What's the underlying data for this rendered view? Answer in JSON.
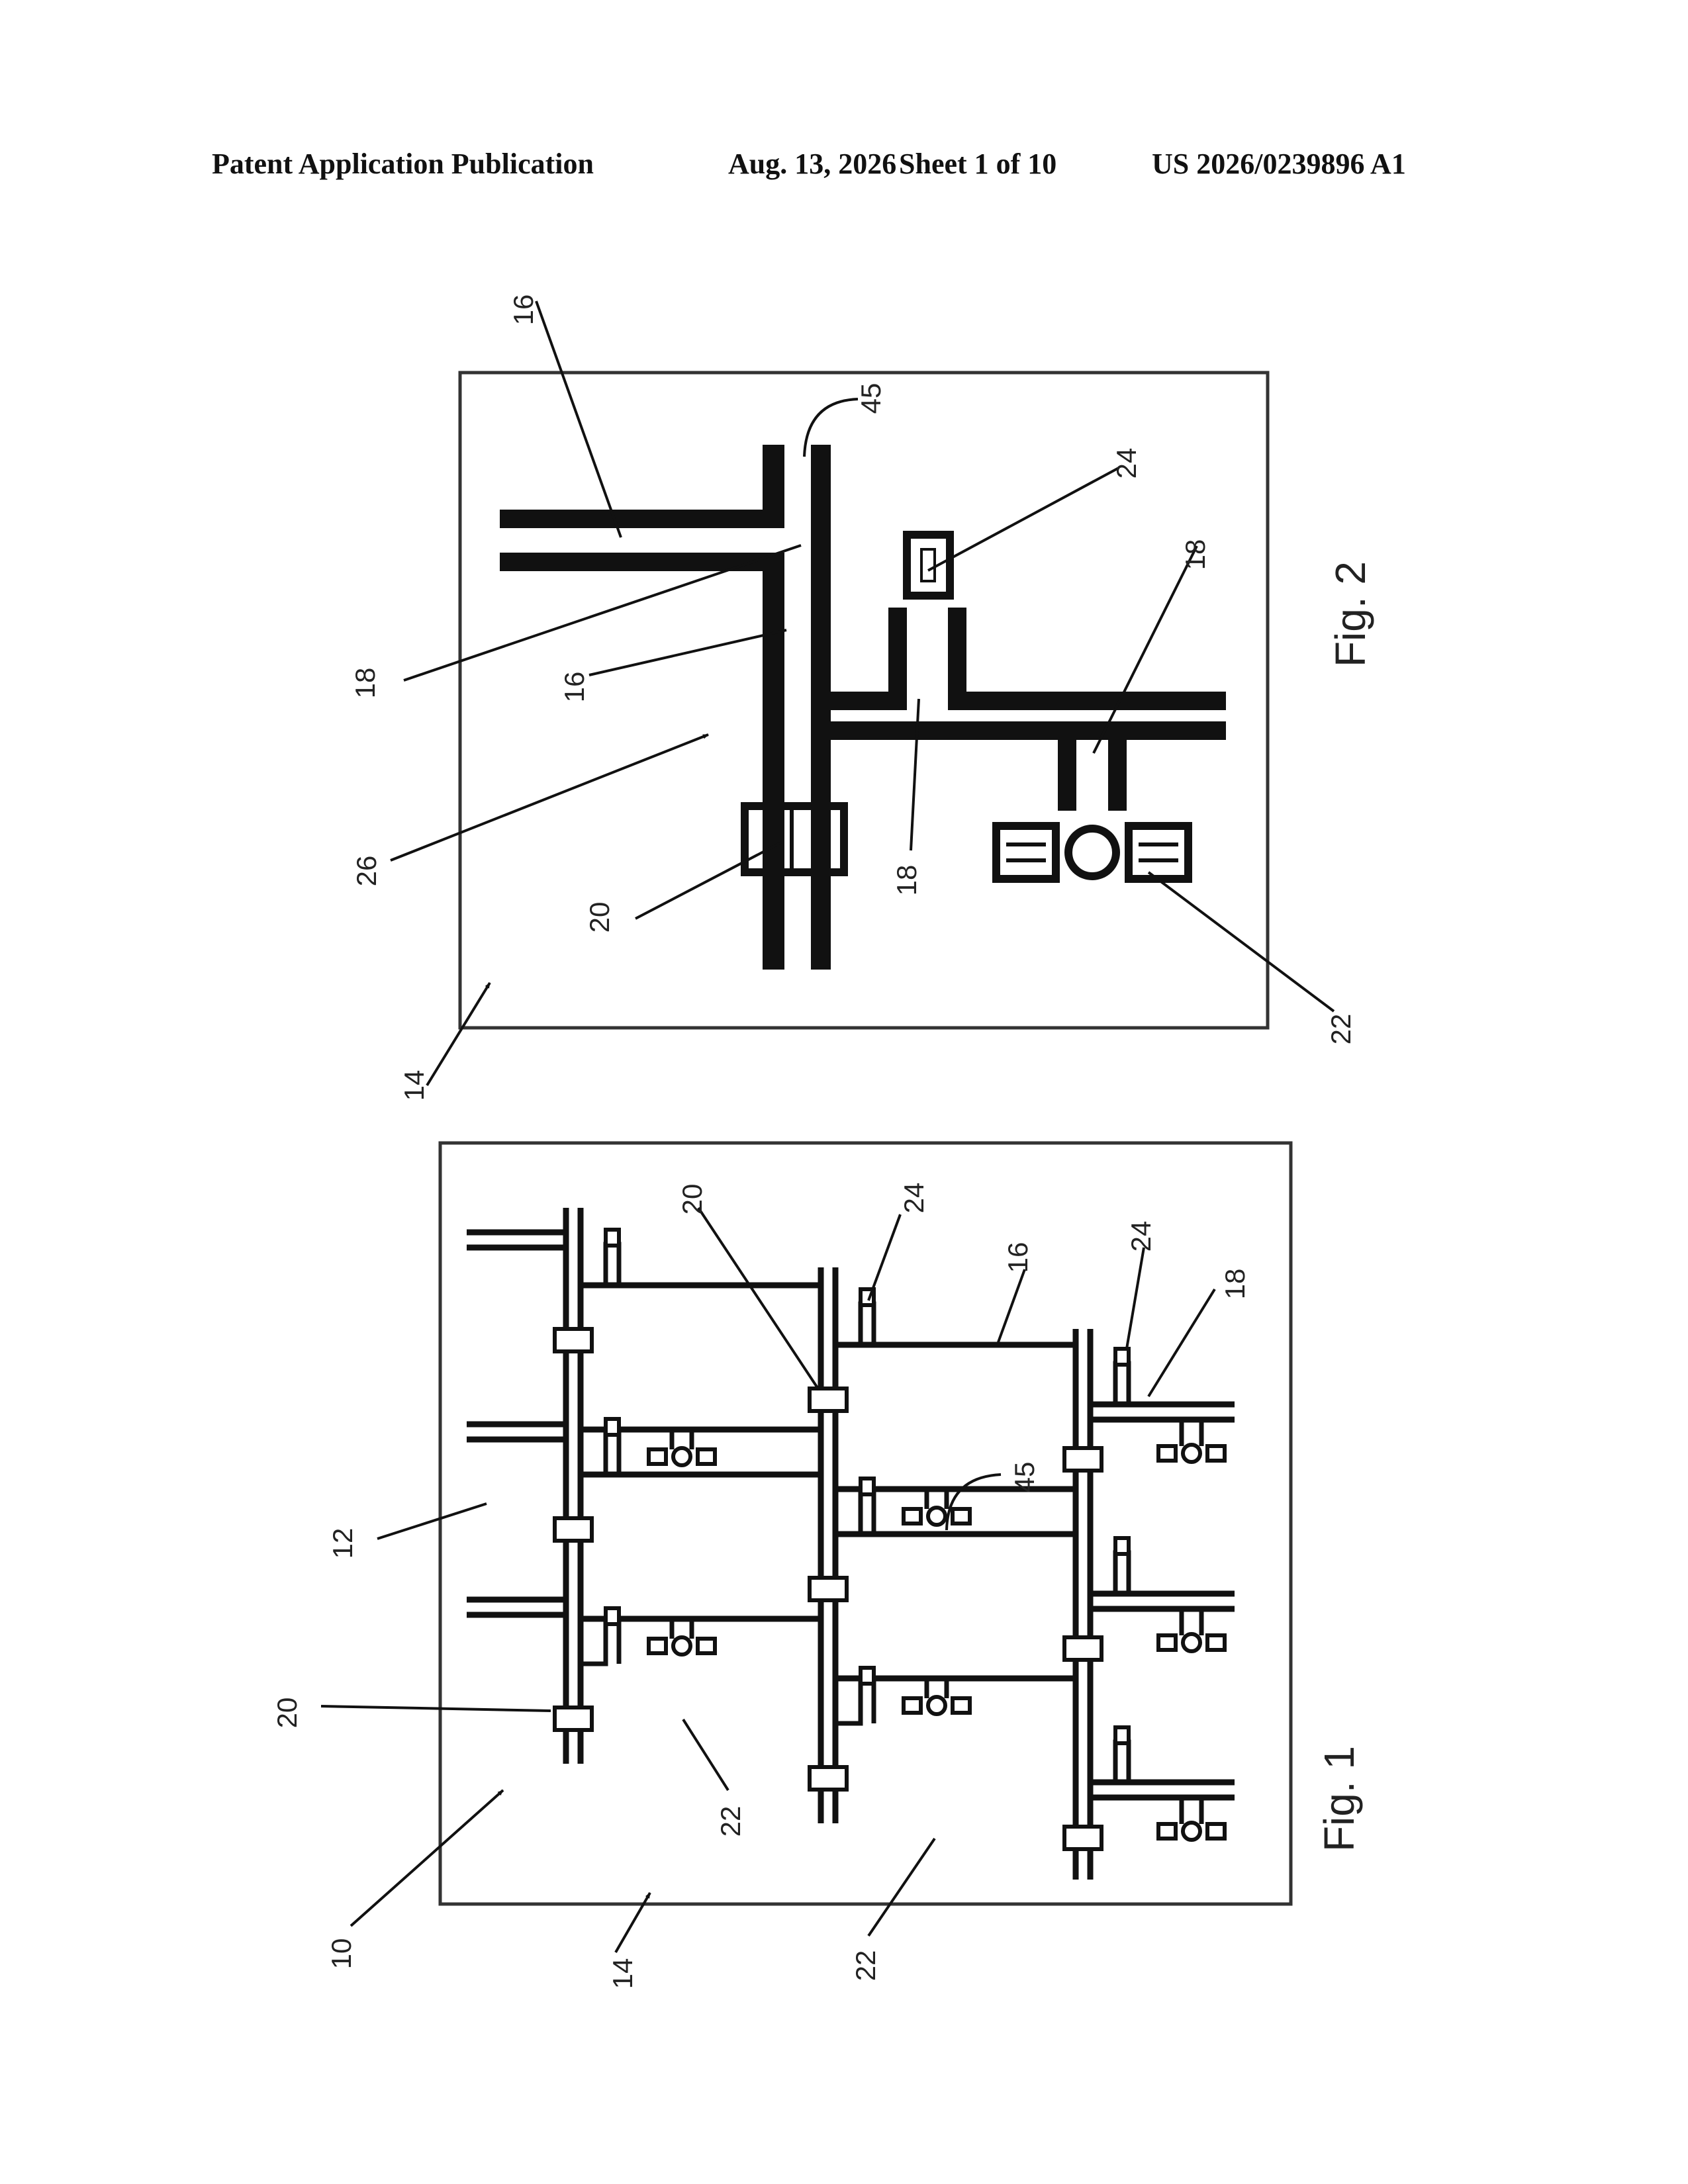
{
  "header": {
    "publication": "Patent Application Publication",
    "date": "Aug. 13, 2026",
    "sheet": "Sheet 1 of 10",
    "number": "US 2026/0239896 A1"
  },
  "fig2": {
    "caption": "Fig. 2",
    "labels": {
      "l16a": "16",
      "l16b": "16",
      "l18a": "18",
      "l18b": "18",
      "l18c": "18",
      "l20": "20",
      "l22": "22",
      "l24": "24",
      "l26": "26",
      "l45": "45",
      "l14": "14"
    }
  },
  "fig1": {
    "caption": "Fig. 1",
    "labels": {
      "l12": "12",
      "l10": "10",
      "l14": "14",
      "l20a": "20",
      "l20b": "20",
      "l22a": "22",
      "l22b": "22",
      "l24a": "24",
      "l24b": "24",
      "l16": "16",
      "l18": "18",
      "l45": "45"
    }
  }
}
